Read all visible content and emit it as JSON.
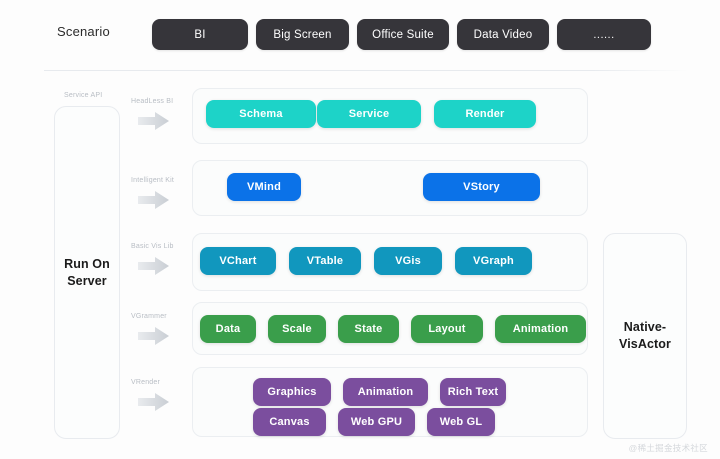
{
  "header": {
    "label": "Scenario",
    "chips": [
      {
        "label": "BI"
      },
      {
        "label": "Big Screen"
      },
      {
        "label": "Office Suite"
      },
      {
        "label": "Data Video"
      },
      {
        "label": "......"
      }
    ]
  },
  "left_column": {
    "top_label": "Service API",
    "title": "Run On\nServer",
    "title_line1": "Run On",
    "title_line2": "Server"
  },
  "right_column": {
    "title_line1": "Native-",
    "title_line2": "VisActor"
  },
  "layers": [
    {
      "name": "headless-bi",
      "label": "HeadLess BI",
      "arrow_icon": "arrow-right-icon",
      "color": "#1DD3C8",
      "items": [
        {
          "label": "Schema"
        },
        {
          "label": "Service"
        },
        {
          "label": "Render"
        }
      ]
    },
    {
      "name": "intelligent-kit",
      "label": "Intelligent Kit",
      "arrow_icon": "arrow-right-icon",
      "color": "#0B72E8",
      "items": [
        {
          "label": "VMind"
        },
        {
          "label": "VStory"
        }
      ]
    },
    {
      "name": "basic-vis-lib",
      "label": "Basic Vis Lib",
      "arrow_icon": "arrow-right-icon",
      "color": "#1197BE",
      "items": [
        {
          "label": "VChart"
        },
        {
          "label": "VTable"
        },
        {
          "label": "VGis"
        },
        {
          "label": "VGraph"
        }
      ]
    },
    {
      "name": "vgrammer",
      "label": "VGrammer",
      "arrow_icon": "arrow-right-icon",
      "color": "#3A9E4B",
      "items": [
        {
          "label": "Data"
        },
        {
          "label": "Scale"
        },
        {
          "label": "State"
        },
        {
          "label": "Layout"
        },
        {
          "label": "Animation"
        }
      ]
    },
    {
      "name": "vrender",
      "label": "VRender",
      "arrow_icon": "arrow-right-icon",
      "color": "#7B4E9E",
      "items_row1": [
        {
          "label": "Graphics"
        },
        {
          "label": "Animation"
        },
        {
          "label": "Rich Text"
        }
      ],
      "items_row2": [
        {
          "label": "Canvas"
        },
        {
          "label": "Web GPU"
        },
        {
          "label": "Web GL"
        }
      ]
    }
  ],
  "watermark": "@稀土掘金技术社区"
}
